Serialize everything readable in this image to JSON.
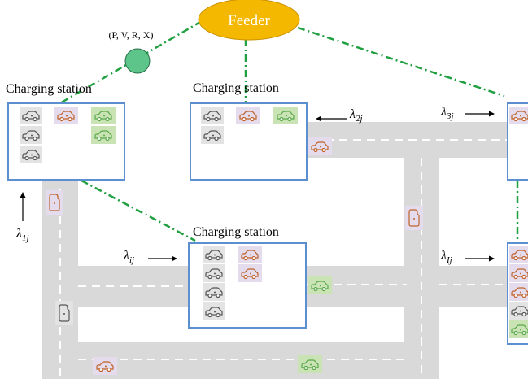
{
  "feeder": {
    "label": "Feeder",
    "fill": "#F5B800",
    "text_color": "#ffffff"
  },
  "bus": {
    "label": "(P, V, R, X)",
    "fill": "#5DC58A"
  },
  "stations": [
    {
      "label": "Charging station",
      "id": "station-top-left"
    },
    {
      "label": "Charging station",
      "id": "station-top-center"
    },
    {
      "label": "Charging station",
      "id": "station-middle"
    },
    {
      "label": "",
      "id": "station-top-right"
    },
    {
      "label": "",
      "id": "station-bottom-right"
    }
  ],
  "arrivals": [
    {
      "sym": "λ",
      "sub": "1j",
      "dir": "up"
    },
    {
      "sym": "λ",
      "sub": "2j",
      "dir": "left"
    },
    {
      "sym": "λ",
      "sub": "3j",
      "dir": "right"
    },
    {
      "sym": "λ",
      "sub": "ij",
      "dir": "right"
    },
    {
      "sym": "λ",
      "sub": "Ij",
      "dir": "right"
    }
  ],
  "colors": {
    "road": "#D9D9D9",
    "lane_dash": "#ffffff",
    "station_border": "#5B8FD0",
    "feeder_line": "#20A040",
    "car_gray": "#555555",
    "car_orange": "#C0622A",
    "car_green": "#5BA84C",
    "car_bg_gray": "#E3E3E3",
    "car_bg_orange": "#E4DCEC",
    "car_bg_green": "#C9E3B5"
  }
}
